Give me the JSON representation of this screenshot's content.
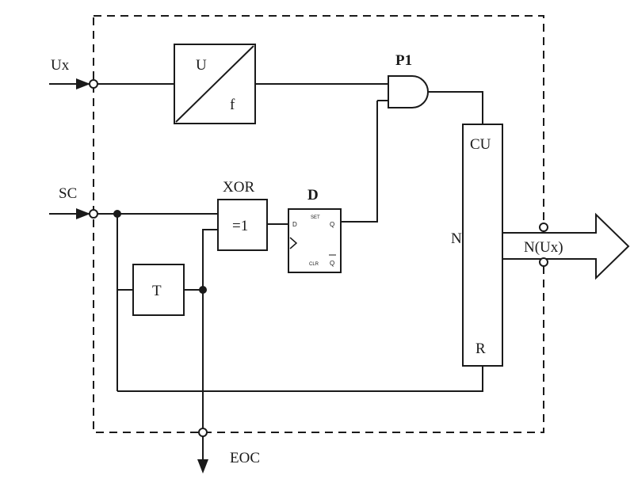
{
  "signals": {
    "input_voltage": "Ux",
    "start_convert": "SC",
    "end_of_convert": "EOC",
    "output": "N(Ux)"
  },
  "blocks": {
    "vf_converter": {
      "top": "U",
      "bottom": "f"
    },
    "and_gate": "P1",
    "xor_gate": {
      "title": "XOR",
      "symbol": "=1"
    },
    "d_flipflop": {
      "title": "D",
      "d": "D",
      "set": "SET",
      "q": "Q",
      "clr": "CLR",
      "qbar": "Q"
    },
    "timer": "T",
    "counter": {
      "cu": "CU",
      "n": "N",
      "r": "R"
    }
  },
  "colors": {
    "line": "#1a1a1a",
    "background": "#ffffff"
  }
}
